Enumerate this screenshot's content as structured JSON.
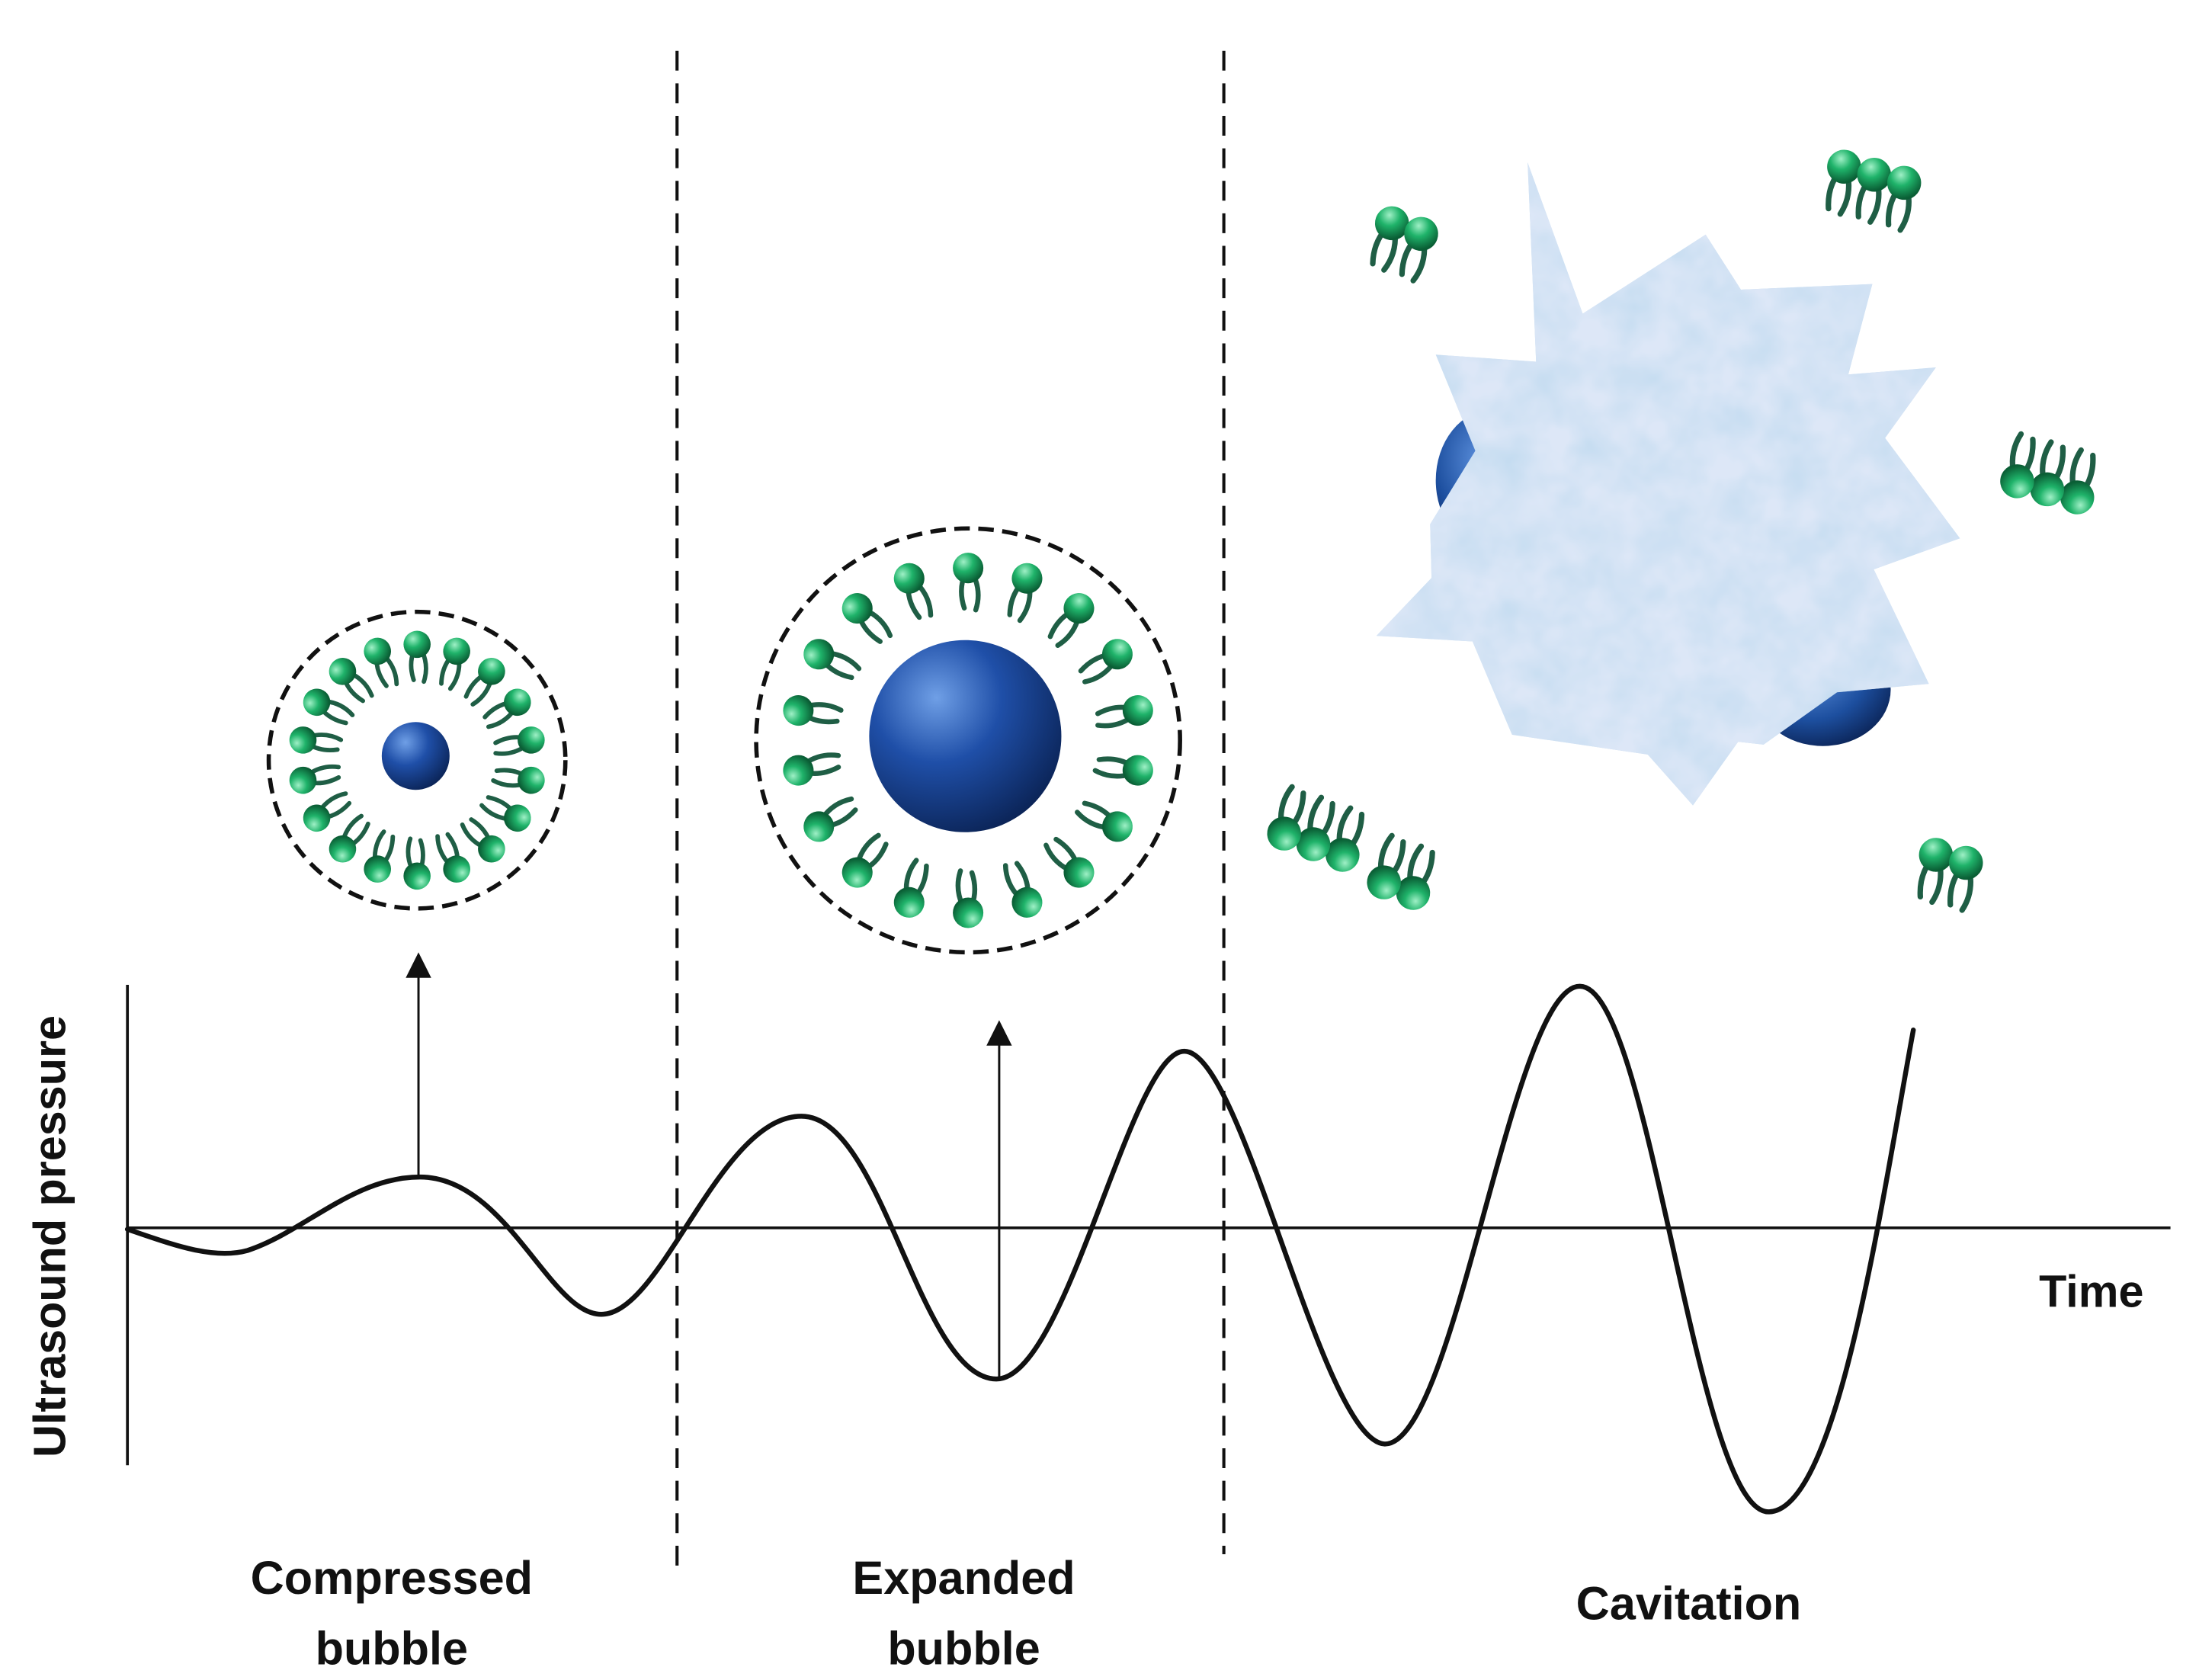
{
  "axes": {
    "y_label": "Ultrasound pressure",
    "x_label": "Time"
  },
  "stages": [
    {
      "line1": "Compressed",
      "line2": "bubble"
    },
    {
      "line1": "Expanded",
      "line2": "bubble"
    },
    {
      "line1": "Cavitation",
      "line2": ""
    }
  ],
  "colors": {
    "wave": "#111111",
    "lipid_head": "#1aa862",
    "lipid_tail": "#1f5e45",
    "core": "#1f4d9e",
    "burst": "#b9d6ee"
  }
}
